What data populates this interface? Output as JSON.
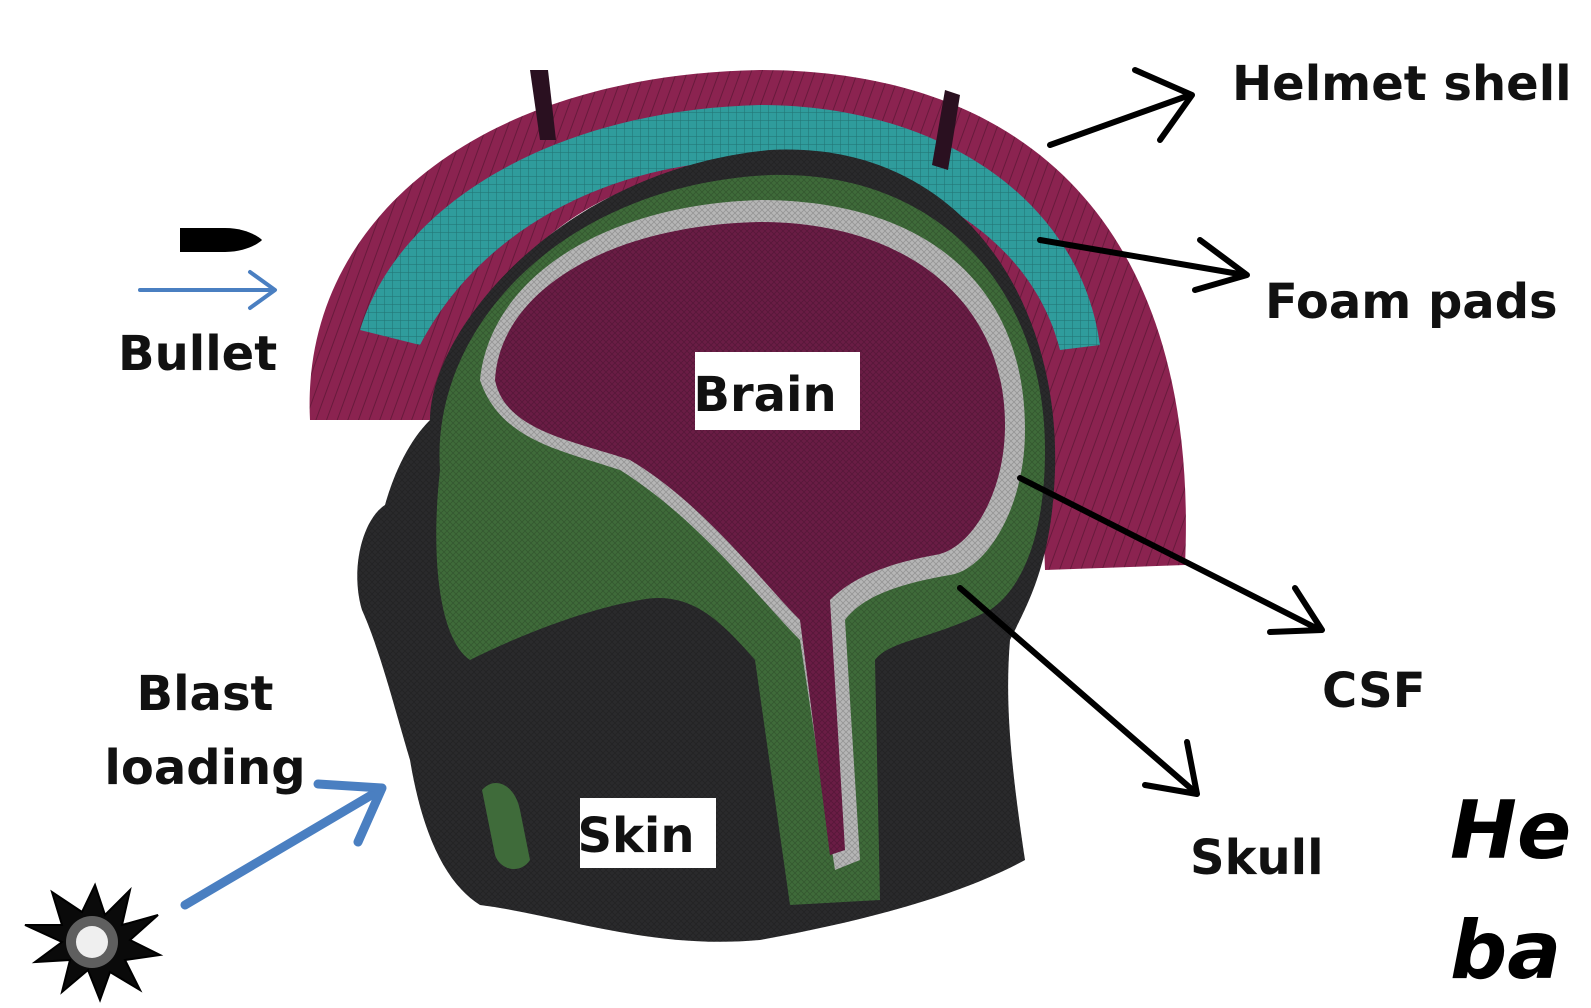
{
  "labels": {
    "helmet_shell": "Helmet shell",
    "foam_pads": "Foam pads",
    "bullet": "Bullet",
    "brain": "Brain",
    "csf": "CSF",
    "blast_line1": "Blast",
    "blast_line2": "loading",
    "skin": "Skin",
    "skull": "Skull"
  },
  "caption": {
    "line1": "He",
    "line2": "ba"
  },
  "colors": {
    "helmet_shell": "#8b2350",
    "foam_pads": "#2f9c9c",
    "skin": "#2a2a2c",
    "skull": "#3f6b3a",
    "csf": "#b6b6b6",
    "brain": "#6a1d45",
    "arrow_black": "#000000",
    "arrow_blue": "#4a7fc1"
  }
}
